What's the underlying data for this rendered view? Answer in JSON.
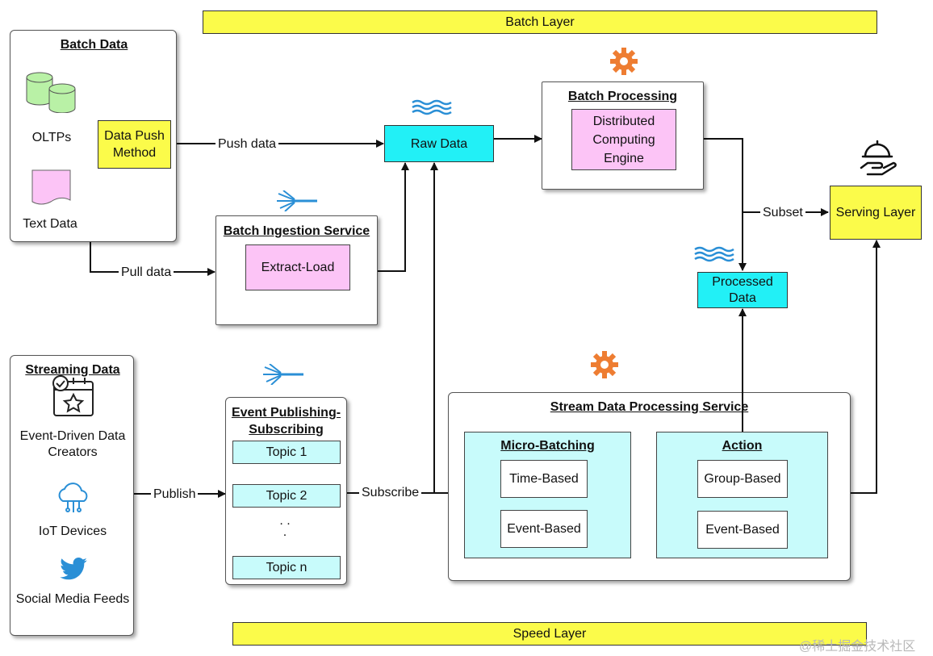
{
  "layers": {
    "batch": "Batch Layer",
    "speed": "Speed Layer"
  },
  "batch_data": {
    "title": "Batch Data",
    "oltps": "OLTPs",
    "text_data": "Text Data",
    "push_method": "Data Push Method"
  },
  "batch_ingestion": {
    "title": "Batch Ingestion Service",
    "extract_load": "Extract-Load"
  },
  "raw_data": "Raw Data",
  "batch_processing": {
    "title": "Batch Processing",
    "engine": "Distributed Computing Engine"
  },
  "serving_layer": "Serving Layer",
  "processed_data": "Processed Data",
  "streaming_data": {
    "title": "Streaming Data",
    "event_driven": "Event-Driven Data Creators",
    "iot": "IoT Devices",
    "social": "Social Media Feeds"
  },
  "event_pubsub": {
    "title": "Event Publishing-Subscribing",
    "topics": [
      "Topic 1",
      "Topic 2",
      "Topic n"
    ],
    "dots": ". . ."
  },
  "stream_processing": {
    "title": "Stream Data Processing Service",
    "micro_batching": {
      "title": "Micro-Batching",
      "items": [
        "Time-Based",
        "Event-Based"
      ]
    },
    "action": {
      "title": "Action",
      "items": [
        "Group-Based",
        "Event-Based"
      ]
    }
  },
  "edges": {
    "push_data": "Push data",
    "pull_data": "Pull data",
    "subset": "Subset",
    "publish": "Publish",
    "subscribe": "Subscribe"
  },
  "watermark": "@稀土掘金技术社区",
  "colors": {
    "layer": "#fbfb4a",
    "data_store": "#22f0f6",
    "process": "#fcc4f6",
    "stream": "#c8fbfb",
    "gear": "#ee7d32",
    "icon_blue": "#2a8fd6"
  }
}
